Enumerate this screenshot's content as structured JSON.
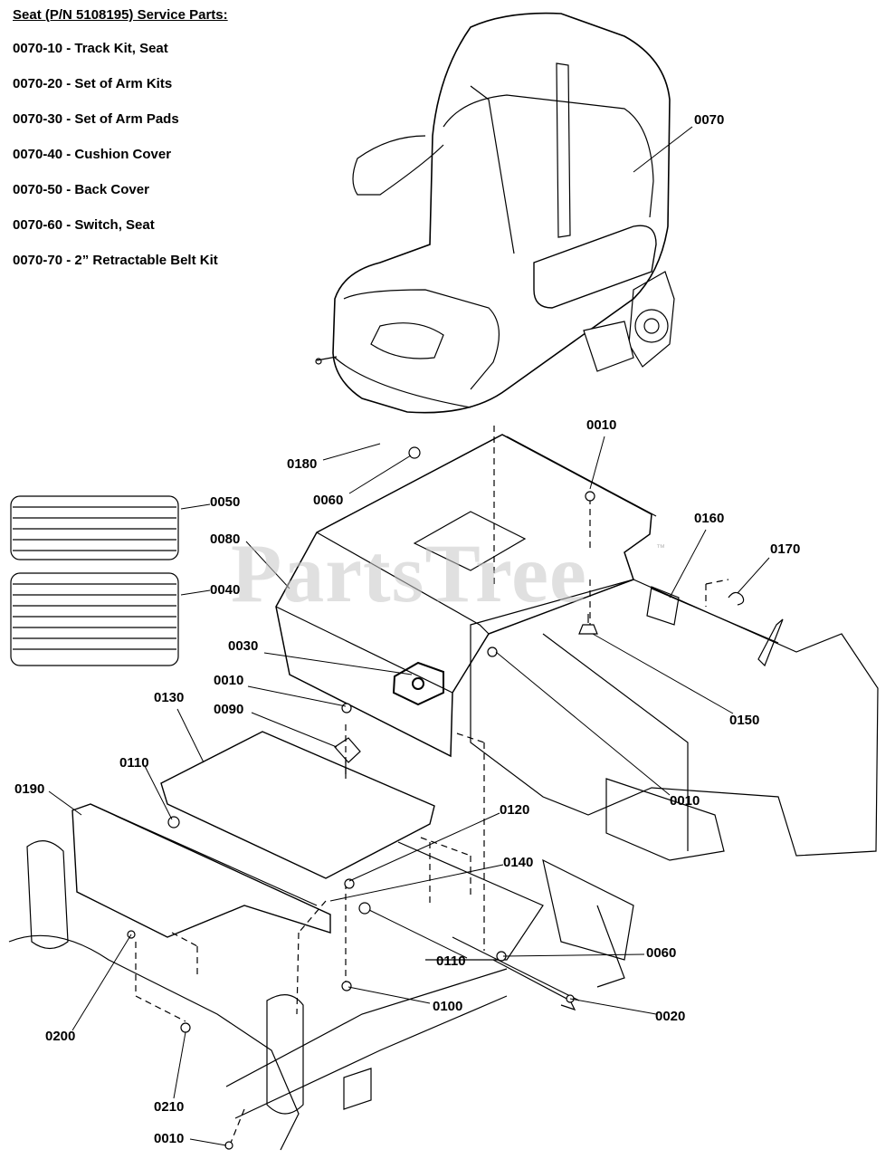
{
  "service_parts": {
    "title": "Seat (P/N 5108195) Service Parts:",
    "items": [
      "0070-10 - Track Kit, Seat",
      "0070-20 - Set of Arm Kits",
      "0070-30 - Set of Arm Pads",
      "0070-40 - Cushion Cover",
      "0070-50 - Back Cover",
      "0070-60 - Switch, Seat",
      "0070-70 - 2” Retractable Belt Kit"
    ]
  },
  "watermark": "PartsTree",
  "callouts": {
    "c0070": "0070",
    "c0010_top": "0010",
    "c0180": "0180",
    "c0060_top": "0060",
    "c0050": "0050",
    "c0080": "0080",
    "c0160": "0160",
    "c0170": "0170",
    "c0040": "0040",
    "c0030": "0030",
    "c0010_mid": "0010",
    "c0090": "0090",
    "c0130": "0130",
    "c0150": "0150",
    "c0110_top": "0110",
    "c0010_right": "0010",
    "c0190": "0190",
    "c0120": "0120",
    "c0140": "0140",
    "c0110_bottom": "0110",
    "c0060_bottom": "0060",
    "c0100": "0100",
    "c0020": "0020",
    "c0200": "0200",
    "c0210": "0210",
    "c0010_bottom": "0010"
  }
}
